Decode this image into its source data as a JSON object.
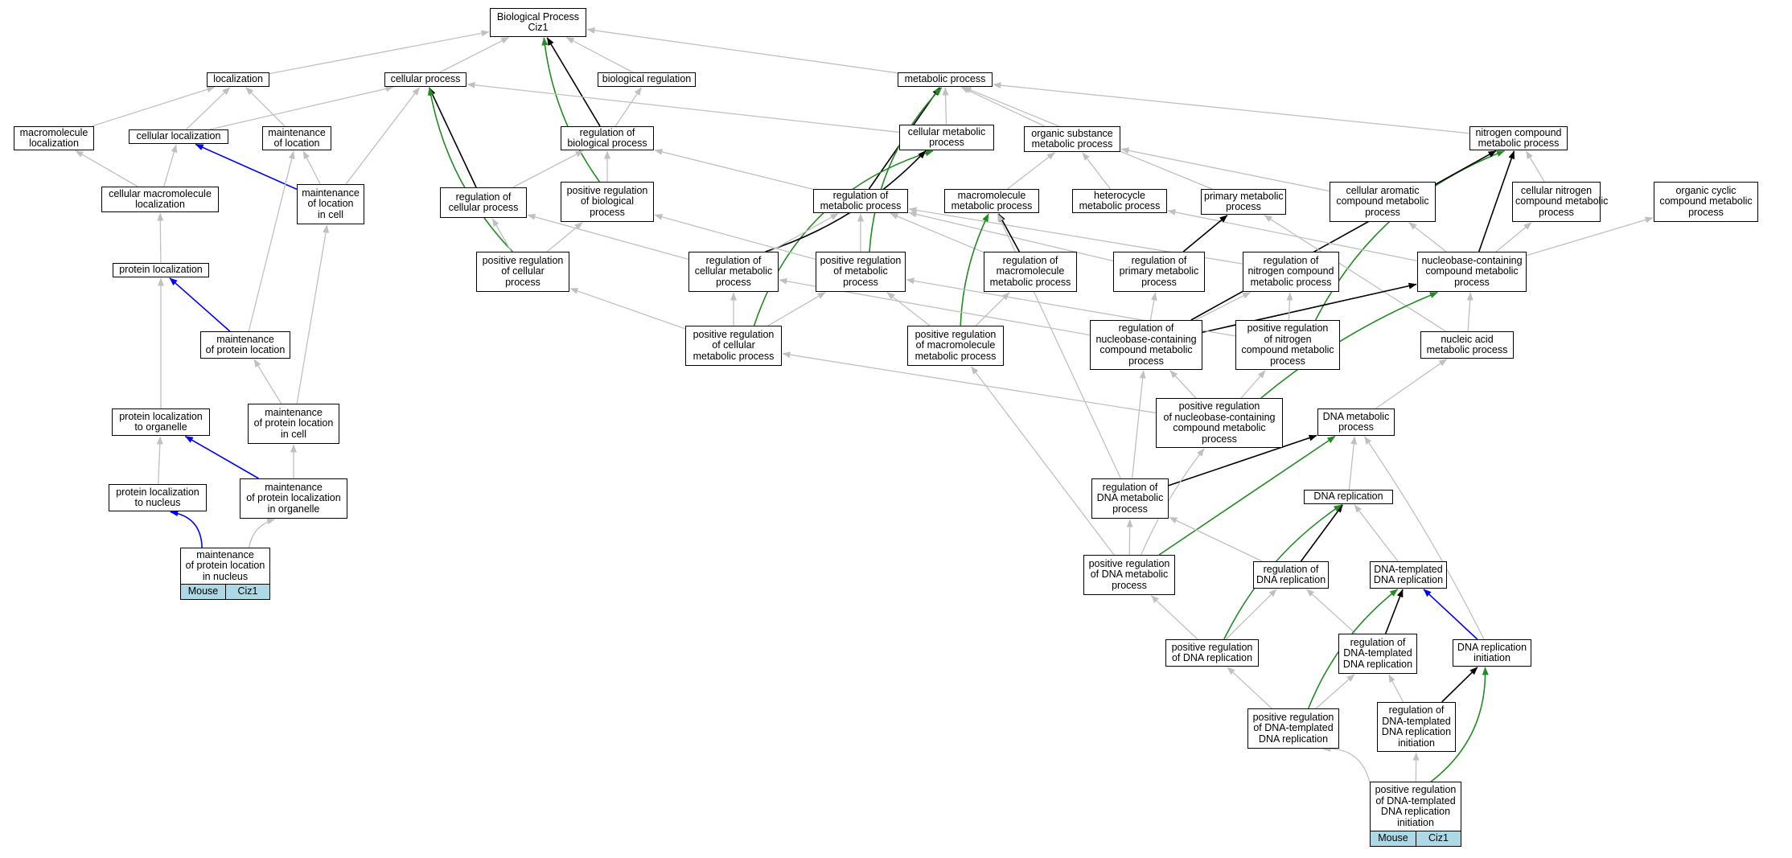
{
  "nodes": {
    "bp": [
      "Biological Process",
      "Ciz1"
    ],
    "loc": [
      "localization"
    ],
    "cellproc": [
      "cellular process"
    ],
    "bioreg": [
      "biological regulation"
    ],
    "metab": [
      "metabolic process"
    ],
    "macroloc": [
      "macromolecule",
      "localization"
    ],
    "cellloc": [
      "cellular localization"
    ],
    "maintloc": [
      "maintenance",
      "of location"
    ],
    "regbio": [
      "regulation of",
      "biological process"
    ],
    "cellmetab": [
      "cellular metabolic",
      "process"
    ],
    "orgsub": [
      "organic substance",
      "metabolic process"
    ],
    "nitro": [
      "nitrogen compound",
      "metabolic process"
    ],
    "cellmacroloc": [
      "cellular macromolecule",
      "localization"
    ],
    "maintloccell": [
      "maintenance",
      "of location",
      "in cell"
    ],
    "regcell": [
      "regulation of",
      "cellular process"
    ],
    "posregbio": [
      "positive regulation",
      "of biological",
      "process"
    ],
    "regmetab": [
      "regulation of",
      "metabolic process"
    ],
    "macrometab": [
      "macromolecule",
      "metabolic process"
    ],
    "hetero": [
      "heterocycle",
      "metabolic process"
    ],
    "primary": [
      "primary metabolic",
      "process"
    ],
    "cellarom": [
      "cellular aromatic",
      "compound metabolic",
      "process"
    ],
    "cellnitro": [
      "cellular nitrogen",
      "compound metabolic",
      "process"
    ],
    "orgcyc": [
      "organic cyclic",
      "compound metabolic",
      "process"
    ],
    "protloc": [
      "protein localization"
    ],
    "posregcell": [
      "positive regulation",
      "of cellular",
      "process"
    ],
    "regcellmetab": [
      "regulation of",
      "cellular metabolic",
      "process"
    ],
    "posregmetab": [
      "positive regulation",
      "of metabolic",
      "process"
    ],
    "regmacro": [
      "regulation of",
      "macromolecule",
      "metabolic process"
    ],
    "regprim": [
      "regulation of",
      "primary metabolic",
      "process"
    ],
    "regnitro": [
      "regulation of",
      "nitrogen compound",
      "metabolic process"
    ],
    "nucbase": [
      "nucleobase-containing",
      "compound metabolic",
      "process"
    ],
    "maintprot": [
      "maintenance",
      "of protein location"
    ],
    "posregcellmetab": [
      "positive regulation",
      "of cellular",
      "metabolic process"
    ],
    "posregmacro": [
      "positive regulation",
      "of macromolecule",
      "metabolic process"
    ],
    "regnuc": [
      "regulation of",
      "nucleobase-containing",
      "compound metabolic",
      "process"
    ],
    "posregnitro": [
      "positive regulation",
      "of nitrogen",
      "compound metabolic",
      "process"
    ],
    "nucacid": [
      "nucleic acid",
      "metabolic process"
    ],
    "protlocorg": [
      "protein localization",
      "to organelle"
    ],
    "maintprotcell": [
      "maintenance",
      "of protein location",
      "in cell"
    ],
    "posregnuc": [
      "positive regulation",
      "of nucleobase-containing",
      "compound metabolic",
      "process"
    ],
    "dnametab": [
      "DNA metabolic",
      "process"
    ],
    "protlocnuc": [
      "protein localization",
      "to nucleus"
    ],
    "maintprotorg": [
      "maintenance",
      "of protein localization",
      "in organelle"
    ],
    "regdnametab": [
      "regulation of",
      "DNA metabolic",
      "process"
    ],
    "dnarep": [
      "DNA replication"
    ],
    "maintprotnuc": [
      "maintenance",
      "of protein location",
      "in nucleus"
    ],
    "posregdnametab": [
      "positive regulation",
      "of DNA metabolic",
      "process"
    ],
    "regdnarep": [
      "regulation of",
      "DNA replication"
    ],
    "dnatemp": [
      "DNA-templated",
      "DNA replication"
    ],
    "posregdnarep": [
      "positive regulation",
      "of DNA replication"
    ],
    "regdnatemp": [
      "regulation of",
      "DNA-templated",
      "DNA replication"
    ],
    "dnarepinit": [
      "DNA replication",
      "initiation"
    ],
    "posregdnatemp": [
      "positive regulation",
      "of DNA-templated",
      "DNA replication"
    ],
    "regdnatempinit": [
      "regulation of",
      "DNA-templated",
      "DNA replication",
      "initiation"
    ],
    "posregdnatempinit": [
      "positive regulation",
      "of DNA-templated",
      "DNA replication",
      "initiation"
    ]
  },
  "tags": {
    "maintprotnuc": [
      "Mouse",
      "Ciz1"
    ],
    "posregdnatempinit": [
      "Mouse",
      "Ciz1"
    ]
  },
  "edge_colors": {
    "is_a": "#c0c0c0",
    "part_of": "#0000ff",
    "regulates": "#000000",
    "positively_regulates": "#228b22"
  },
  "tag_color": "#add8e6"
}
